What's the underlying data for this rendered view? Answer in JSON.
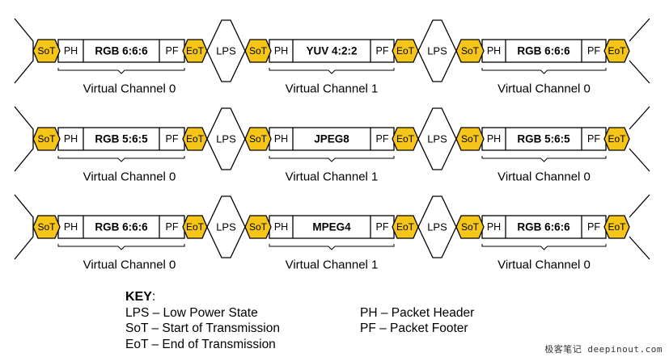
{
  "colors": {
    "sot_eot_fill": "#f5c518",
    "outline": "#000000",
    "packet_fill": "#ffffff"
  },
  "labels": {
    "sot": "SoT",
    "eot": "EoT",
    "ph": "PH",
    "pf": "PF",
    "lps": "LPS"
  },
  "rows": [
    {
      "payloads": [
        "RGB 6:6:6",
        "YUV 4:2:2",
        "RGB 6:6:6"
      ],
      "channels": [
        "Virtual Channel 0",
        "Virtual Channel 1",
        "Virtual Channel 0"
      ]
    },
    {
      "payloads": [
        "RGB 5:6:5",
        "JPEG8",
        "RGB 5:6:5"
      ],
      "channels": [
        "Virtual Channel 0",
        "Virtual Channel 1",
        "Virtual Channel 0"
      ]
    },
    {
      "payloads": [
        "RGB 6:6:6",
        "MPEG4",
        "RGB 6:6:6"
      ],
      "channels": [
        "Virtual Channel 0",
        "Virtual Channel 1",
        "Virtual Channel 0"
      ]
    }
  ],
  "key": {
    "title": "KEY",
    "title_suffix": ":",
    "left": [
      "LPS – Low Power State",
      "SoT – Start of Transmission",
      "EoT – End of Transmission"
    ],
    "right": [
      "PH – Packet Header",
      "PF – Packet Footer"
    ]
  },
  "watermark": "极客笔记 deepinout.com"
}
